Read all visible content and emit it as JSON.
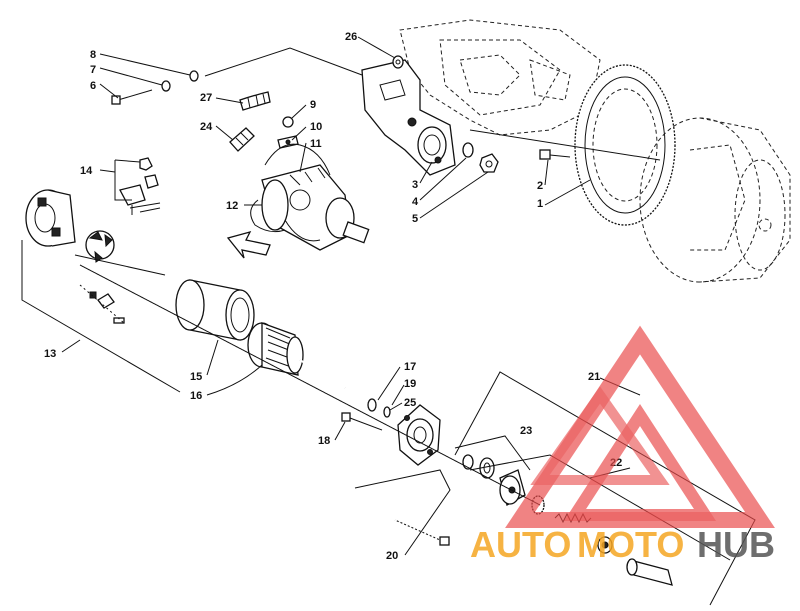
{
  "callouts": {
    "c1": "1",
    "c2": "2",
    "c3": "3",
    "c4": "4",
    "c5": "5",
    "c6": "6",
    "c7": "7",
    "c8": "8",
    "c9": "9",
    "c10": "10",
    "c11": "11",
    "c12": "12",
    "c13": "13",
    "c14": "14",
    "c15": "15",
    "c16": "16",
    "c17": "17",
    "c18": "18",
    "c19": "19",
    "c20": "20",
    "c21": "21",
    "c22": "22",
    "c23": "23",
    "c24": "24",
    "c25": "25",
    "c26": "26",
    "c27": "27"
  },
  "watermark": {
    "text_auto": "AUTO",
    "text_moto": "MOTO",
    "text_hub": "HUB",
    "color_orange": "#f5a623",
    "color_dark": "#555555",
    "color_red": "#e84a4a"
  }
}
